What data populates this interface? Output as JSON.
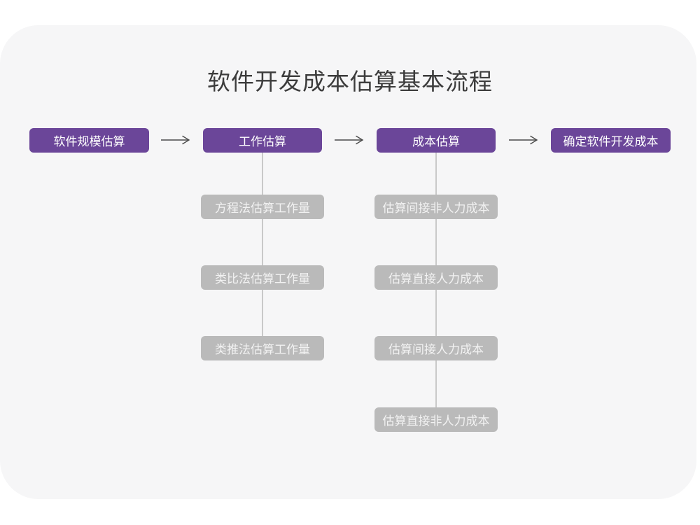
{
  "title": "软件开发成本估算基本流程",
  "colors": {
    "page_bg": "#ffffff",
    "panel_bg": "#f6f6f7",
    "stage_purple": "#6b4699",
    "substep_gray": "#bababa",
    "stage_text": "#ffffff",
    "substep_text": "#f2f2f2",
    "title_text": "#3c3c3c",
    "arrow": "#4a4a4a",
    "connector": "#c9c9c9"
  },
  "flow": {
    "stages": [
      {
        "label": "软件规模估算",
        "substeps": []
      },
      {
        "label": "工作估算",
        "substeps": [
          {
            "label": "方程法估算工作量"
          },
          {
            "label": "类比法估算工作量"
          },
          {
            "label": "类推法估算工作量"
          }
        ]
      },
      {
        "label": "成本估算",
        "substeps": [
          {
            "label": "估算间接非人力成本"
          },
          {
            "label": "估算直接人力成本"
          },
          {
            "label": "估算间接人力成本"
          },
          {
            "label": "估算直接非人力成本"
          }
        ]
      },
      {
        "label": "确定软件开发成本",
        "substeps": []
      }
    ]
  }
}
